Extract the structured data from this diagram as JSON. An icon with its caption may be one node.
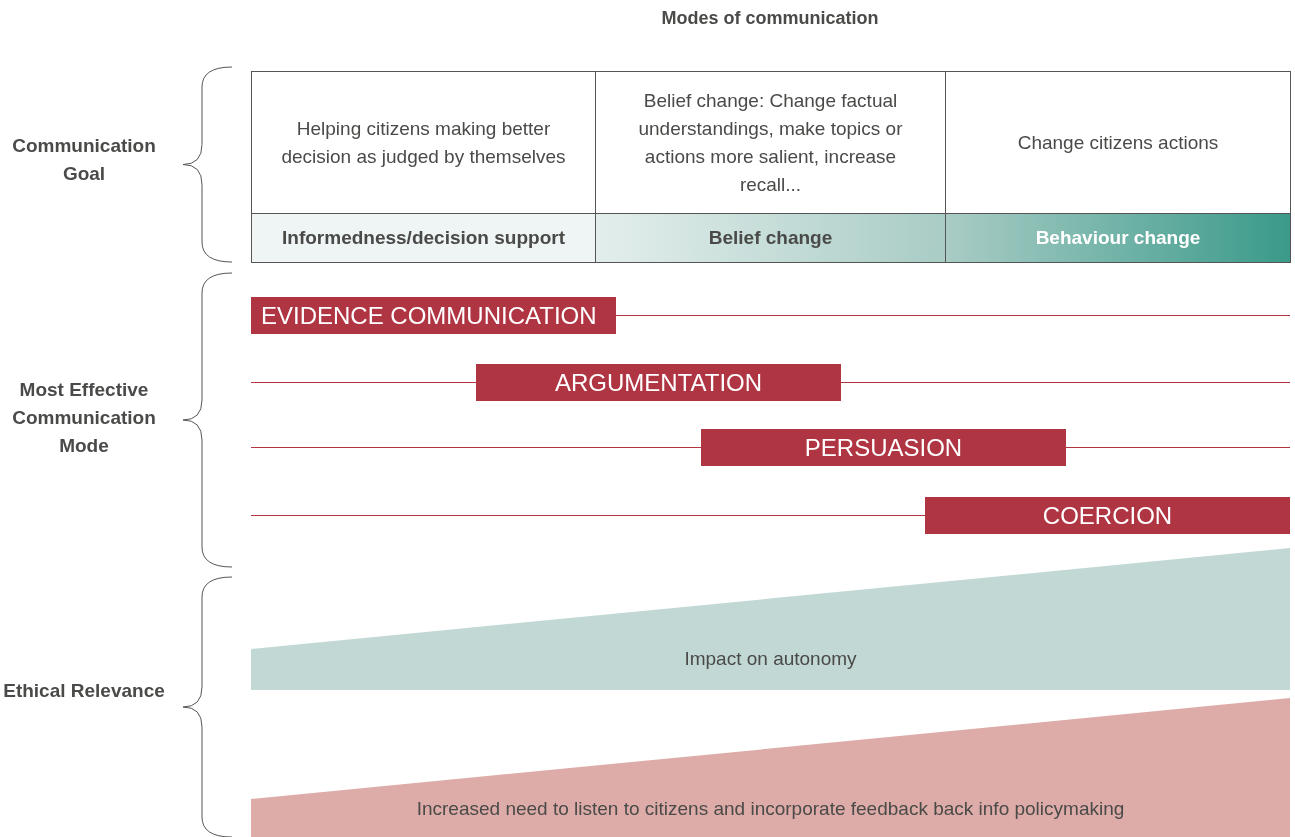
{
  "diagram": {
    "title": "Modes of communication",
    "nodes": [
      {
        "text": [
          "Helping citizens making better decision as judged by themselves"
        ]
      },
      {
        "text": [
          "Belief change: Change factual understandings, make topics or actions more salient, increase recall..."
        ]
      },
      {
        "text": [
          "Change citizens actions"
        ]
      },
      {
        "text": [
          "Informedness/decision support"
        ]
      },
      {
        "text": [
          "Belief change"
        ]
      },
      {
        "text": [
          "Behaviour change"
        ]
      },
      {
        "text": [
          "EVIDENCE COMMUNICATION"
        ]
      },
      {
        "text": [
          "ARGUMENTATION"
        ]
      },
      {
        "text": [
          "PERSUASION"
        ]
      },
      {
        "text": [
          "COERCION"
        ]
      },
      {
        "text": [
          "Impact on autonomy"
        ]
      },
      {
        "text": [
          "Increased need to listen to citizens and incorporate feedback back info policymaking"
        ]
      }
    ],
    "labels": [
      "Communication Goal",
      "Most Effective Communication Mode",
      "Ethical Relevance"
    ]
  }
}
